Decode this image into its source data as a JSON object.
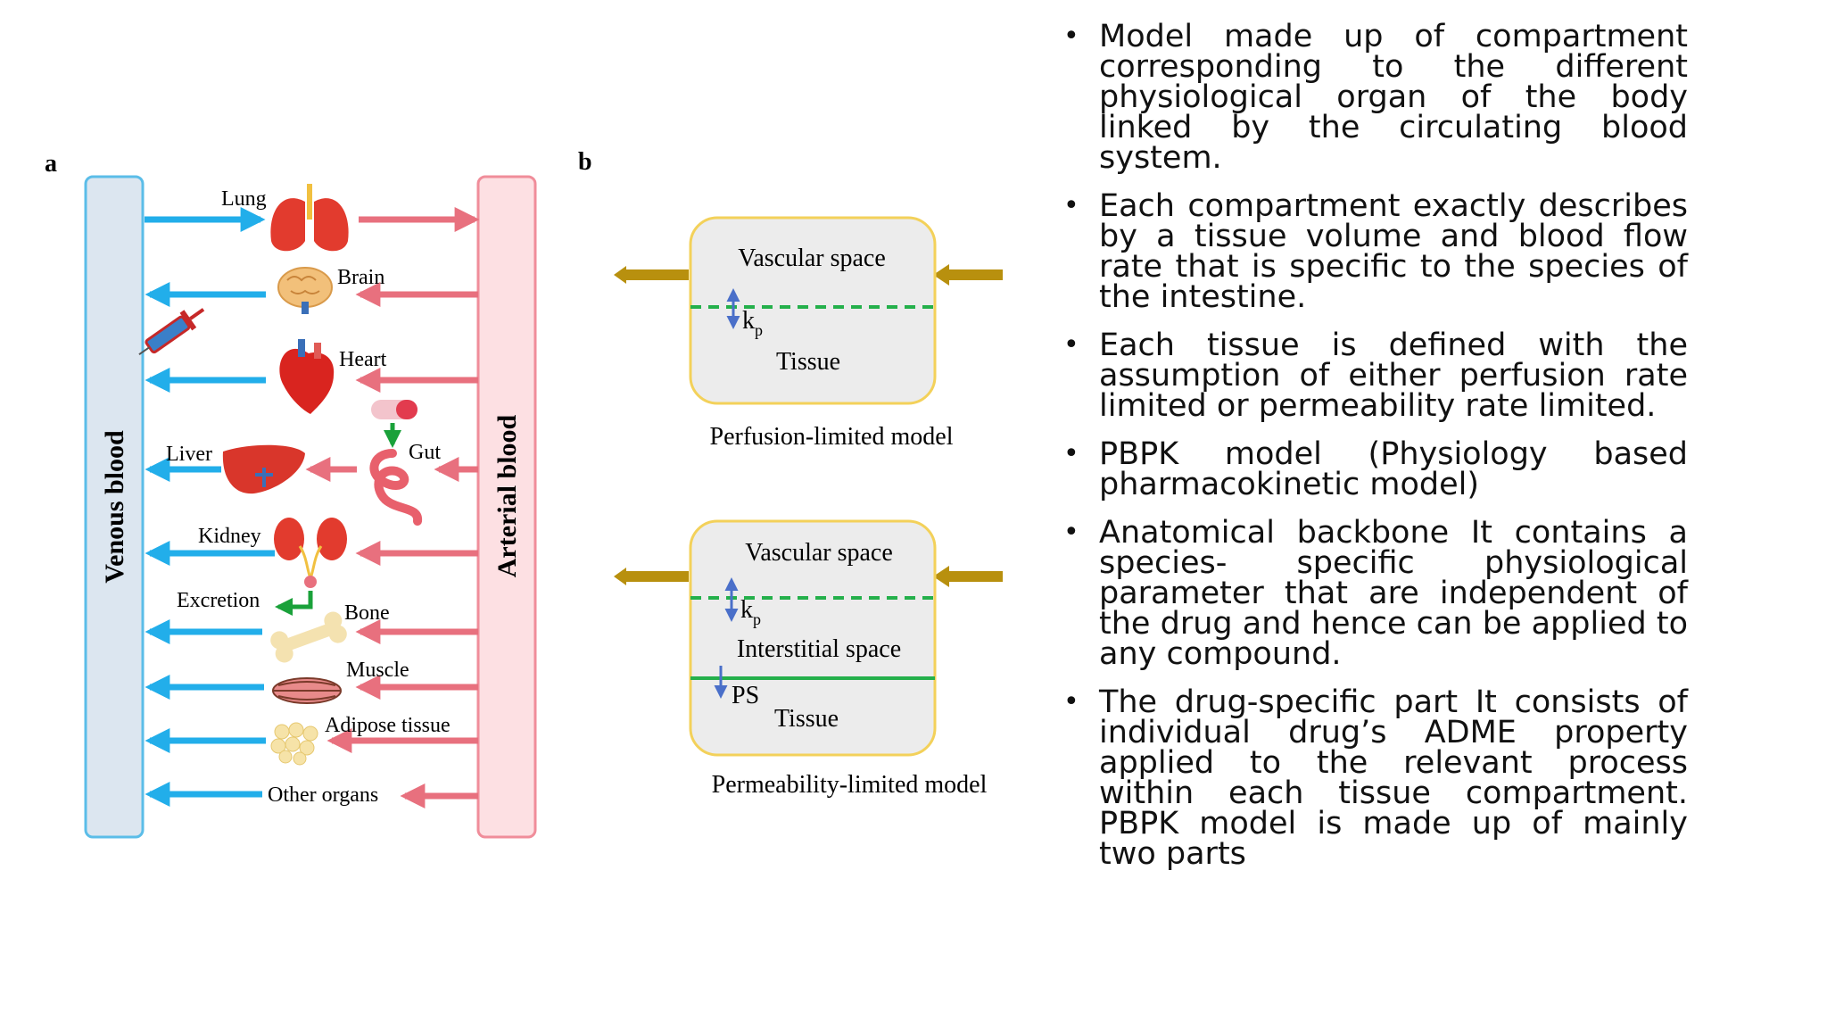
{
  "panel_a": {
    "label": "a",
    "venous_label": "Venous blood",
    "arterial_label": "Arterial blood",
    "organs": {
      "lung": "Lung",
      "brain": "Brain",
      "heart": "Heart",
      "gut": "Gut",
      "liver": "Liver",
      "kidney": "Kidney",
      "excretion": "Excretion",
      "bone": "Bone",
      "muscle": "Muscle",
      "adipose": "Adipose tissue",
      "other": "Other organs"
    },
    "icons": {
      "lung": "lungs-icon",
      "brain": "brain-icon",
      "syringe": "syringe-icon",
      "heart": "heart-icon",
      "pill": "pill-icon",
      "liver": "liver-icon",
      "gut": "intestine-icon",
      "kidney": "kidneys-icon",
      "bone": "bone-icon",
      "muscle": "muscle-icon",
      "adipose": "fat-cells-icon"
    }
  },
  "panel_b": {
    "label": "b",
    "perfusion": {
      "vascular": "Vascular space",
      "kp": "k",
      "kp_sub": "p",
      "tissue": "Tissue",
      "caption": "Perfusion-limited model"
    },
    "permeability": {
      "vascular": "Vascular space",
      "kp": "k",
      "kp_sub": "p",
      "interstitial": "Interstitial space",
      "ps": "PS",
      "tissue": "Tissue",
      "caption": "Permeability-limited model"
    }
  },
  "bullets": [
    "Model made up of compartment corresponding to the different physiological organ of the body linked by the circulating blood system.",
    "Each compartment exactly describes by a tissue volume and blood flow rate that is specific to the species of the intestine.",
    "Each tissue is defined with the assumption of either perfusion rate limited or permeability rate limited.",
    "PBPK model (Physiology based pharmacokinetic model)",
    "Anatomical backbone It contains a species- specific physiological parameter that are independent of the drug and hence can be applied to any compound.",
    "The drug-specific part It consists of individual drug’s ADME property applied to the relevant process within each tissue compartment. PBPK model is made up of mainly two parts"
  ],
  "colors": {
    "venous_fill": "#dce6f0",
    "venous_stroke": "#5bbde8",
    "arterial_fill": "#fde0e3",
    "arterial_stroke": "#f08d9a",
    "blue_arrow": "#22aeea",
    "red_arrow": "#e8707e",
    "gold_arrow": "#b8900e",
    "box_fill": "#ececec",
    "box_stroke": "#f3d15a",
    "membrane_dashed": "#24b04b",
    "membrane_solid": "#24b04b",
    "kp_arrow": "#4a6fc9"
  }
}
